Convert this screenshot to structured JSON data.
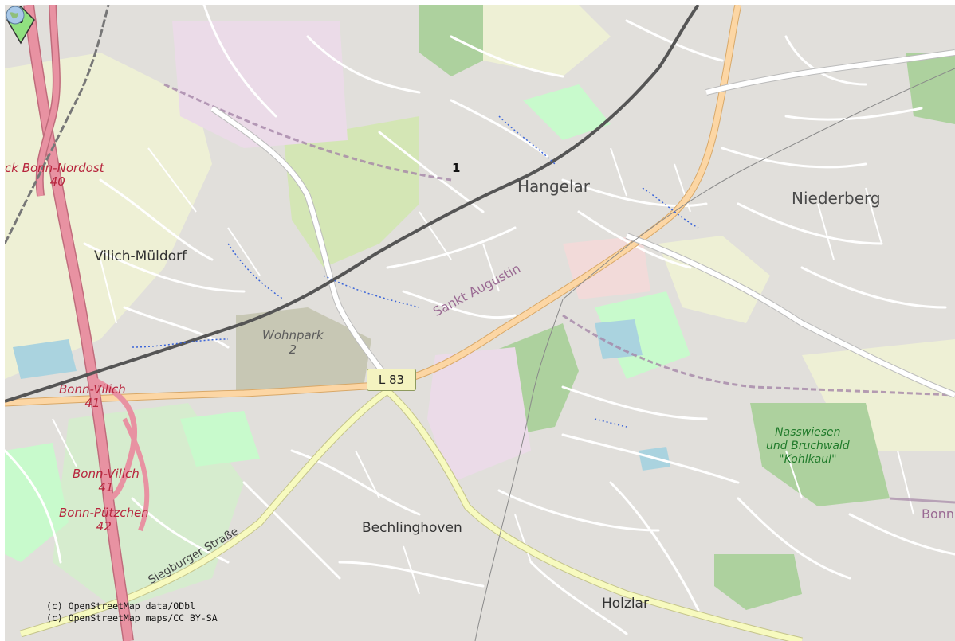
{
  "map": {
    "marker": {
      "number": "1",
      "color": "#90e080"
    },
    "places": {
      "hangelar": "Hangelar",
      "niederberg": "Niederberg",
      "vilich_muldorf": "Vilich-Müldorf",
      "bechlinghoven": "Bechlinghoven",
      "holzlar": "Holzlar"
    },
    "junctions": {
      "nordost": "ck Bonn-Nordost",
      "nordost_num": "40",
      "vilich_a": "Bonn-Vilich",
      "vilich_a_num": "41",
      "vilich_b": "Bonn-Vilich",
      "vilich_b_num": "41",
      "putzchen": "Bonn-Pützchen",
      "putzchen_num": "42"
    },
    "areas": {
      "wohnpark": "Wohnpark",
      "wohnpark_num": "2",
      "nature_1": "Nasswiesen",
      "nature_2": "und Bruchwald",
      "nature_3": "\"Kohlkaul\""
    },
    "boundary_labels": {
      "sankt_augustin": "Sankt Augustin",
      "bonn": "Bonn"
    },
    "roads": {
      "shield": "L 83",
      "siegburger": "Siegburger Straße"
    },
    "attribution": {
      "line1": "(c) OpenStreetMap data/ODbl",
      "line2": "(c) OpenStreetMap maps/CC BY-SA"
    },
    "colors": {
      "land": "#e1dfdb",
      "forest": "#add19e",
      "park": "#c8facc",
      "farmland": "#eef0d5",
      "motorway": "#e892a2",
      "primary": "#fcd6a4",
      "secondary": "#f7fabf",
      "railway": "#555555",
      "boundary": "#a586a7",
      "water": "#aad3df"
    }
  }
}
